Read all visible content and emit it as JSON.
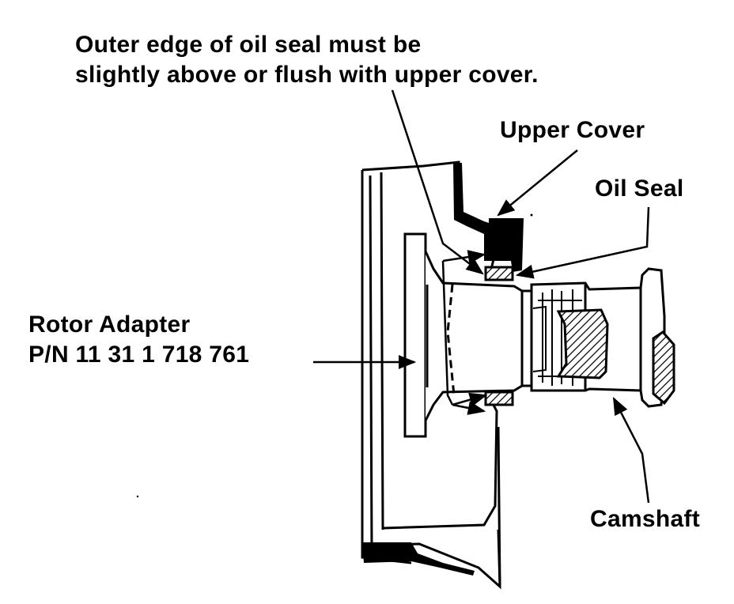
{
  "labels": {
    "note_line1": "Outer edge of oil seal must be",
    "note_line2": "slightly above or flush with upper cover.",
    "upper_cover": "Upper Cover",
    "oil_seal": "Oil Seal",
    "rotor_adapter": "Rotor Adapter",
    "part_number": "P/N 11 31 1 718 761",
    "camshaft": "Camshaft"
  },
  "colors": {
    "ink": "#000000",
    "paper": "#ffffff"
  }
}
